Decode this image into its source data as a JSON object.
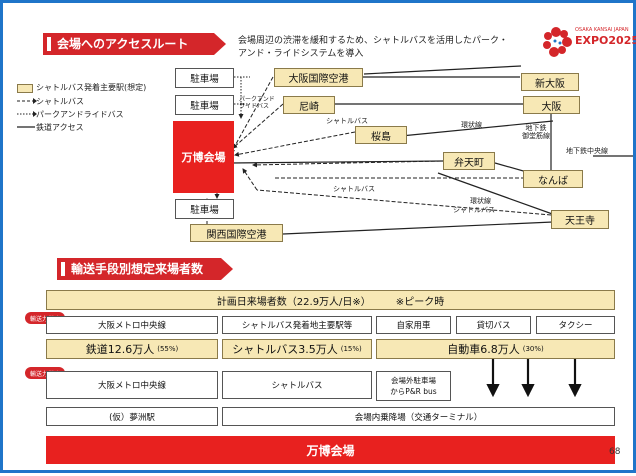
{
  "section1": {
    "title": "会場へのアクセスルート",
    "description_line1": "会場周辺の渋滞を緩和するため、シャトルバスを活用したパーク・",
    "description_line2": "アンド・ライドシステムを導入"
  },
  "logo": {
    "caption": "OSAKA KANSAI JAPAN",
    "text": "EXPO2025"
  },
  "legend": [
    {
      "label": "シャトルバス発着主要駅(想定)"
    },
    {
      "label": "シャトルバス"
    },
    {
      "label": "パークアンドライドバス"
    },
    {
      "label": "鉄道アクセス"
    }
  ],
  "map": {
    "parking_top": "駐車場",
    "parking_mid": "駐車場",
    "parking_bottom": "駐車場",
    "venue": "万博会場",
    "itami": "大阪国際空港",
    "amagasaki": "尼崎",
    "sakurajima": "桜島",
    "bentencho": "弁天町",
    "shin_osaka": "新大阪",
    "osaka": "大阪",
    "namba": "なんば",
    "tennoji": "天王寺",
    "kansai_airport": "関西国際空港",
    "labels": {
      "park_and_ride": "パークアンド\nライドバス",
      "shuttle_1": "シャトルバス",
      "shuttle_2": "シャトルバス",
      "shuttle_3": "シャトルバス",
      "loop_line_1": "環状線",
      "loop_line_2": "環状線",
      "subway_midosuji": "地下鉄\n御堂筋線",
      "subway_chuo": "地下鉄中央線"
    }
  },
  "section2": {
    "title": "輸送手段別想定来場者数"
  },
  "flow": {
    "planned_visitors": "計画日来場者数（22.9万人/日※）　　　※ピーク時",
    "tag_capacity_1": "輸送力増強",
    "tag_capacity_2": "輸送力増強",
    "metro_chuo_1": "大阪メトロ中央線",
    "shuttle_stations": "シャトルバス発着地主要駅等",
    "private_car": "自家用車",
    "charter_bus": "貸切バス",
    "taxi": "タクシー",
    "rail": "鉄道12.6万人",
    "rail_pct": "(55%)",
    "shuttle_bus": "シャトルバス3.5万人",
    "shuttle_pct": "(15%)",
    "car": "自動車6.8万人",
    "car_pct": "(30%)",
    "metro_chuo_2": "大阪メトロ中央線",
    "shuttle_bus_2": "シャトルバス",
    "remote_parking_1": "会場外駐車場",
    "remote_parking_2": "からP&R bus",
    "yumeshima": "(仮）夢洲駅",
    "terminal": "会場内乗降場（交通ターミナル）",
    "venue": "万博会場"
  },
  "page_number": "68"
}
